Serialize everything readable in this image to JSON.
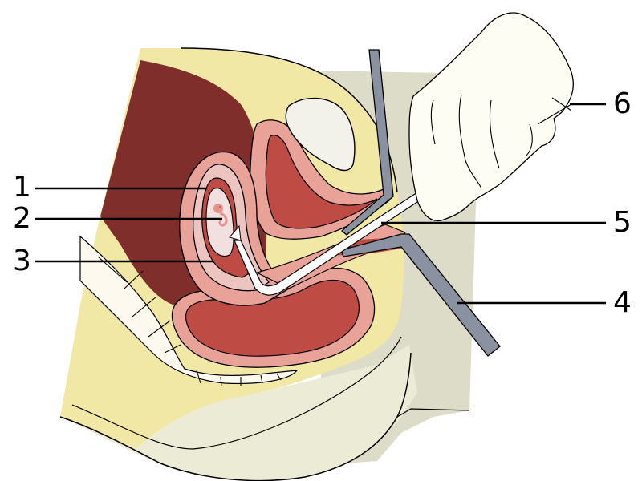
{
  "diagram": {
    "type": "anatomical-cross-section",
    "subject": "sagittal section of female pelvis with instrument inserted into uterus",
    "colors": {
      "background": "#ffffff",
      "fat_yellow": "#f2e8a6",
      "body_shadow": "#dcdcc8",
      "body_light": "#ecebd6",
      "dark_muscle": "#7f2e2b",
      "organ_red": "#bf4b45",
      "organ_pink": "#e8a298",
      "light_pink": "#ecc4c0",
      "amniotic": "#f2e0e0",
      "bladder_fill": "#f2f1ea",
      "bone": "#fdf9ee",
      "speculum": "#8a91a0",
      "glove": "#fdfdf3",
      "outline": "#000000"
    },
    "labels": [
      {
        "id": "1",
        "text": "1",
        "side": "left",
        "line_to": [
          258,
          235
        ]
      },
      {
        "id": "2",
        "text": "2",
        "side": "left",
        "line_to": [
          277,
          273
        ]
      },
      {
        "id": "3",
        "text": "3",
        "side": "left",
        "line_to": [
          265,
          326
        ]
      },
      {
        "id": "4",
        "text": "4",
        "side": "right",
        "line_to": [
          570,
          378
        ]
      },
      {
        "id": "5",
        "text": "5",
        "side": "right",
        "line_to": [
          475,
          277
        ]
      },
      {
        "id": "6",
        "text": "6",
        "side": "right",
        "line_to": [
          710,
          130
        ]
      }
    ]
  }
}
